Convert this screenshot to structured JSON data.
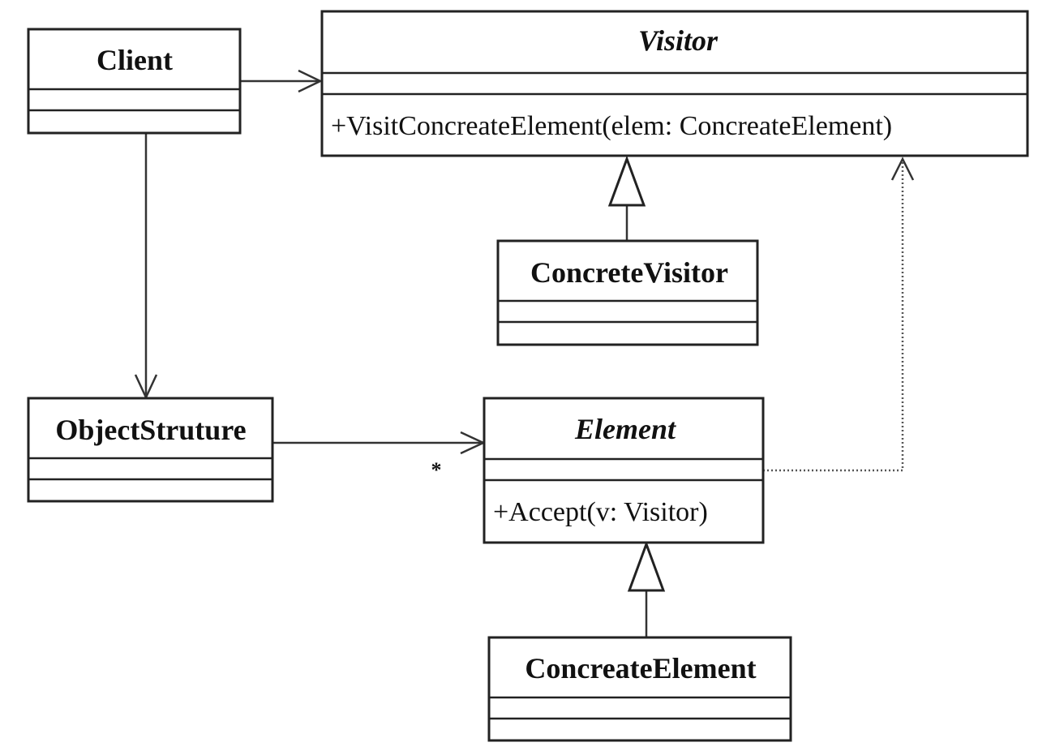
{
  "classes": {
    "client": {
      "name": "Client"
    },
    "visitor": {
      "name": "Visitor",
      "operation": "+VisitConcreateElement(elem: ConcreateElement)"
    },
    "concrete_visitor": {
      "name": "ConcreteVisitor"
    },
    "object_structure": {
      "name": "ObjectStruture"
    },
    "element": {
      "name": "Element",
      "operation": "+Accept(v: Visitor)"
    },
    "concreate_element": {
      "name": "ConcreateElement"
    }
  },
  "relations": {
    "object_structure_to_element_multiplicity": "*"
  }
}
